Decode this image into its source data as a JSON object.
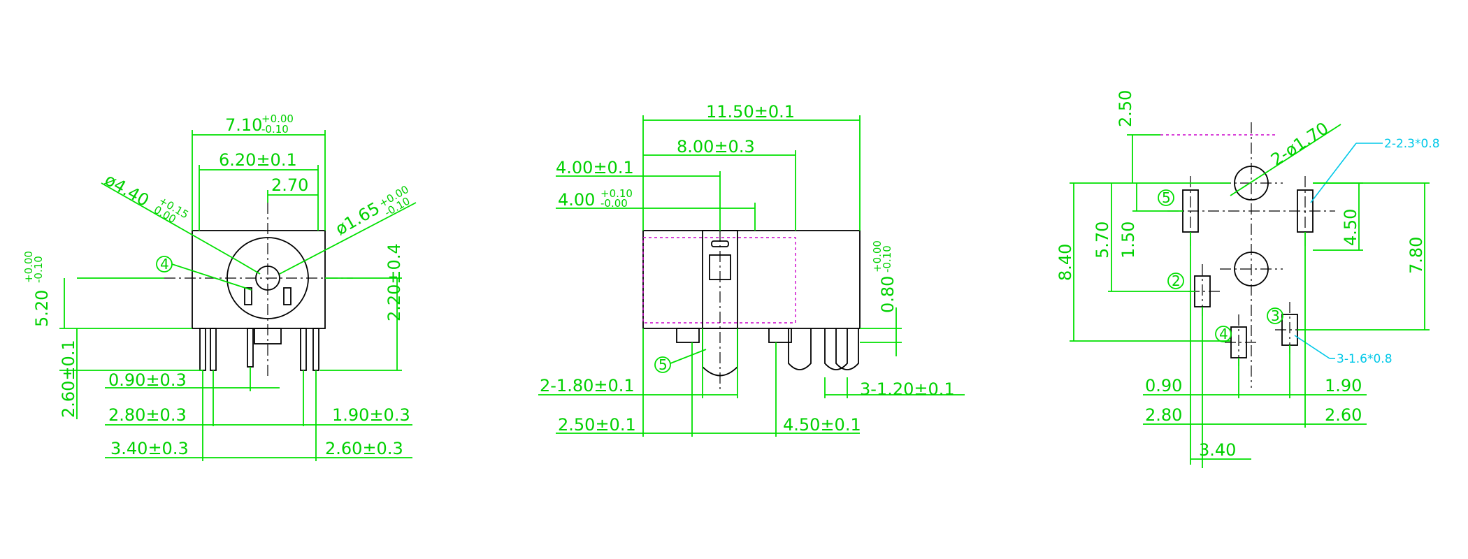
{
  "colors": {
    "dimension": "#00e000",
    "outline": "#000000",
    "hidden": "#cc00cc",
    "callout": "#00c8e8",
    "background": "#ffffff"
  },
  "front_view": {
    "width_main": "7.10",
    "width_tol_upper": "+0.00",
    "width_tol_lower": "-0.10",
    "width_body": "6.20±0.1",
    "center_offset": "2.70",
    "bore_diameter": "ø4.40",
    "bore_tol_upper": "+0.15",
    "bore_tol_lower": "0.00",
    "pin_diameter": "ø1.65",
    "pin_tol_upper": "+0.00",
    "pin_tol_lower": "-0.10",
    "height_center": "5.20",
    "height_tol_upper": "+0.00",
    "height_tol_lower": "-0.10",
    "center_to_bottom": "2.20±0.4",
    "pin_length": "2.60±0.1",
    "pin_spacing_1": "0.90±0.3",
    "pin_spacing_2": "2.80±0.3",
    "pin_spacing_3": "3.40±0.3",
    "pin_spacing_4": "1.90±0.3",
    "pin_spacing_5": "2.60±0.3",
    "marker_4": "4"
  },
  "side_view": {
    "length": "11.50±0.1",
    "depth": "8.00±0.3",
    "offset_1": "4.00±0.1",
    "offset_2": "4.00",
    "offset_2_tol_upper": "+0.10",
    "offset_2_tol_lower": "-0.00",
    "standoff": "0.80",
    "standoff_tol_upper": "+0.00",
    "standoff_tol_lower": "-0.10",
    "pin_width_2": "2-1.80±0.1",
    "pin_width_3": "3-1.20±0.1",
    "pin_pos_1": "2.50±0.1",
    "pin_pos_2": "4.50±0.1",
    "marker_5": "5"
  },
  "footprint": {
    "top_offset": "2.50",
    "hole_diameter": "2-ø1.70",
    "slot_5": "2-2.3*0.8",
    "slots_small": "3-1.6*0.8",
    "total_height": "8.40",
    "height_2": "5.70",
    "height_3": "1.50",
    "slot_spacing": "4.50",
    "height_right": "7.80",
    "x_090": "0.90",
    "x_190": "1.90",
    "x_280": "2.80",
    "x_260": "2.60",
    "x_340": "3.40",
    "marker_2": "2",
    "marker_3": "3",
    "marker_4": "4",
    "marker_5": "5"
  }
}
